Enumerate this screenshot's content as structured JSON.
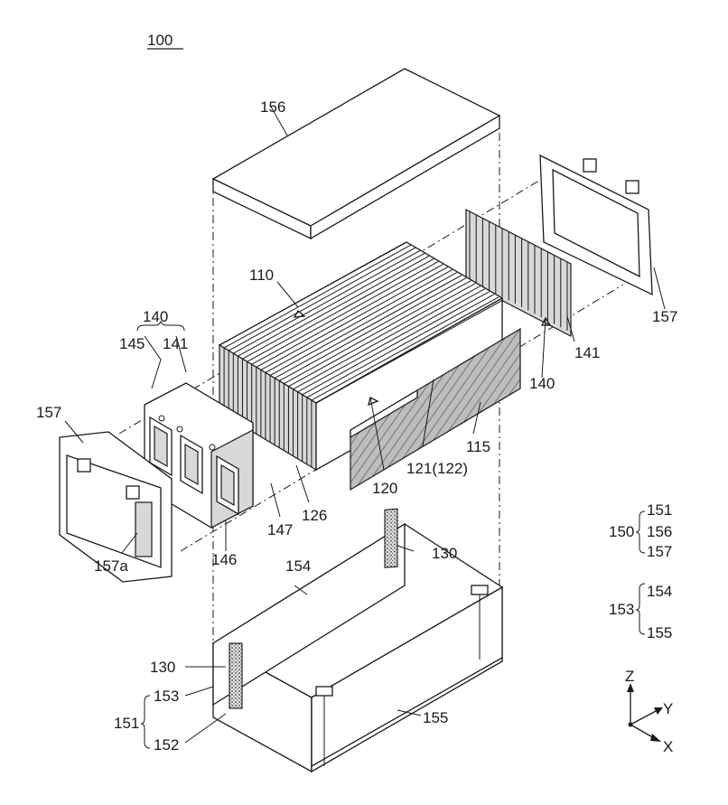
{
  "figure": {
    "ref_main": "100",
    "labels": {
      "l156": "156",
      "l110": "110",
      "l140_top": "140",
      "l145": "145",
      "l141_left": "141",
      "l157_left": "157",
      "l157a": "157a",
      "l146": "146",
      "l147": "147",
      "l126": "126",
      "l120": "120",
      "l121": "121(122)",
      "l115": "115",
      "l140_right": "140",
      "l141_right": "141",
      "l157_right": "157",
      "l130_top": "130",
      "l154": "154",
      "l130_left": "130",
      "l153": "153",
      "l151": "151",
      "l152": "152",
      "l155": "155"
    },
    "legend": {
      "g150": {
        "label": "150",
        "items": [
          "151",
          "156",
          "157"
        ]
      },
      "g153": {
        "label": "153",
        "items": [
          "154",
          "155"
        ]
      }
    },
    "axes": {
      "z": "Z",
      "y": "Y",
      "x": "X"
    }
  }
}
